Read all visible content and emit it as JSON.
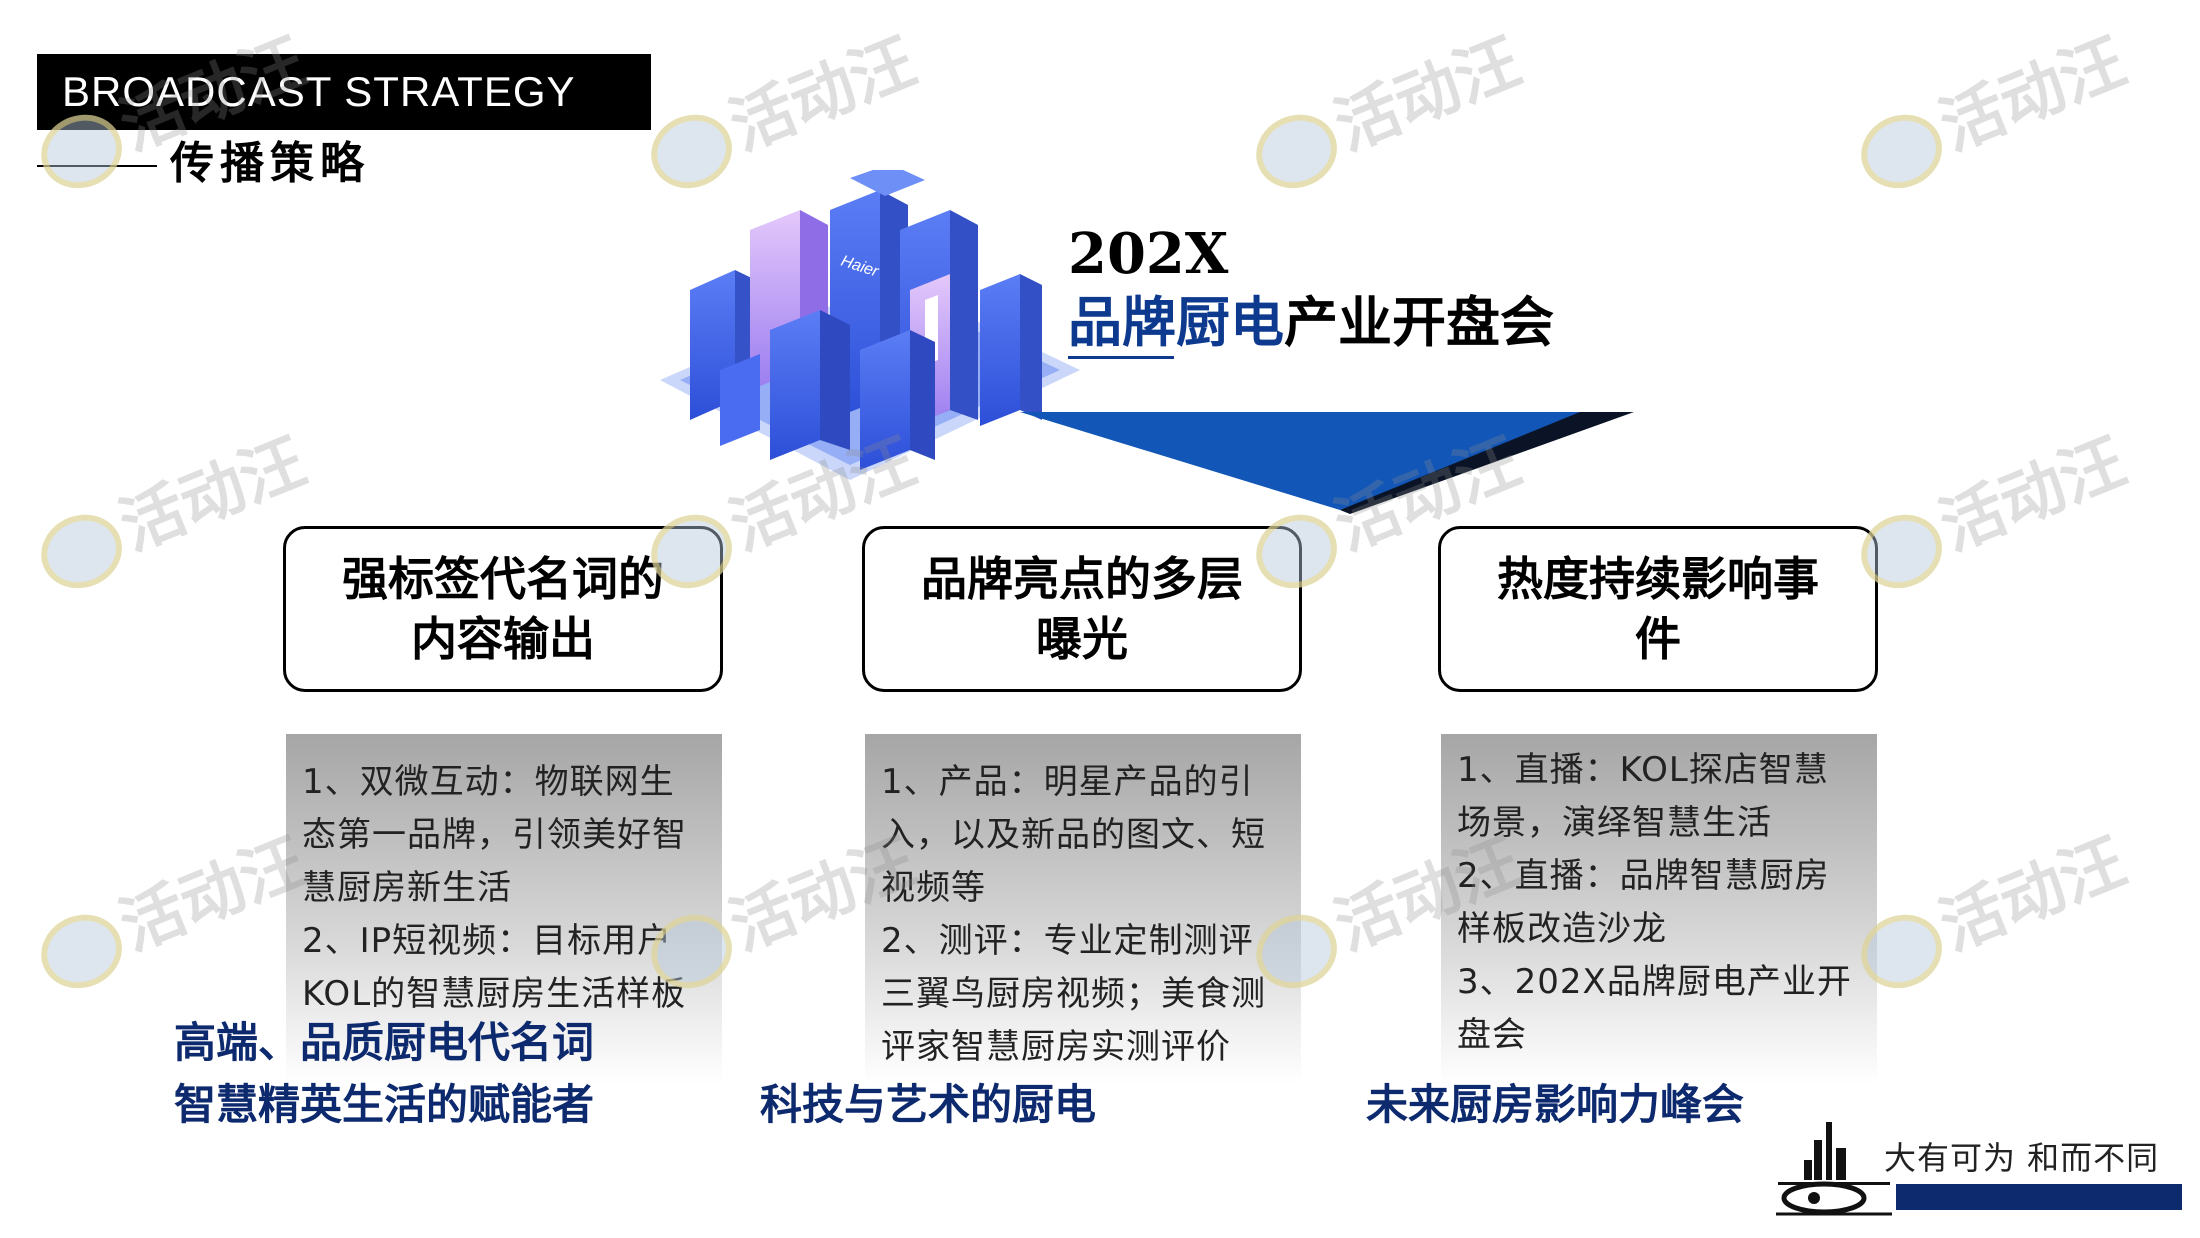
{
  "header": {
    "title_en": "BROADCAST STRATEGY",
    "title_cn": "传播策略"
  },
  "event": {
    "year": "202X",
    "name_blue": "品牌厨电",
    "name_black": "产业开盘会"
  },
  "pillars": [
    {
      "title": "强标签代名词的内容输出",
      "details": [
        "1、双微互动：物联网生态第一品牌，引领美好智慧厨房新生活",
        "2、IP短视频：目标用户KOL的智慧厨房生活样板"
      ],
      "tagline": [
        "高端、品质厨电代名词",
        "智慧精英生活的赋能者"
      ]
    },
    {
      "title": "品牌亮点的多层曝光",
      "details": [
        "1、产品：明星产品的引入，以及新品的图文、短视频等",
        "2、测评：专业定制测评三翼鸟厨房视频；美食测评家智慧厨房实测评价"
      ],
      "tagline": [
        "科技与艺术的厨电"
      ]
    },
    {
      "title": "热度持续影响事件",
      "details": [
        "1、直播：KOL探店智慧场景，演绎智慧生活",
        "2、直播：品牌智慧厨房样板改造沙龙",
        "3、202X品牌厨电产业开盘会"
      ],
      "tagline": [
        "未来厨房影响力峰会"
      ]
    }
  ],
  "illustration": {
    "brand_label": "Haier",
    "icon": "city-buildings-icon"
  },
  "watermark": "活动汪",
  "footer": {
    "slogan": "大有可为 和而不同",
    "logo_icon": "skyline-logo-icon"
  },
  "colors": {
    "brand_blue": "#0d3a8e",
    "tagline_blue": "#0d2a6e",
    "arrow_blue": "#1257b8"
  }
}
